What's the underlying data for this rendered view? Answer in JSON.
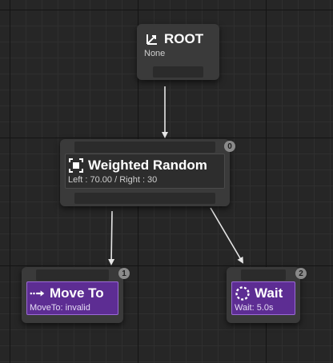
{
  "graph": {
    "root": {
      "title": "ROOT",
      "subtitle": "None",
      "icon": "root-fork-icon"
    },
    "weighted_random": {
      "title": "Weighted Random",
      "subtitle": "Left : 70.00 / Right : 30",
      "index": "0",
      "icon": "composite-square-icon"
    },
    "move_to": {
      "title": "Move To",
      "subtitle": "MoveTo: invalid",
      "index": "1",
      "icon": "dotted-arrow-icon"
    },
    "wait": {
      "title": "Wait",
      "subtitle": "Wait: 5.0s",
      "index": "2",
      "icon": "dotted-circle-icon"
    }
  },
  "colors": {
    "canvas": "#262626",
    "node": "#3a3a3a",
    "task_body": "#5d2d93",
    "link": "#e6e6e6"
  }
}
